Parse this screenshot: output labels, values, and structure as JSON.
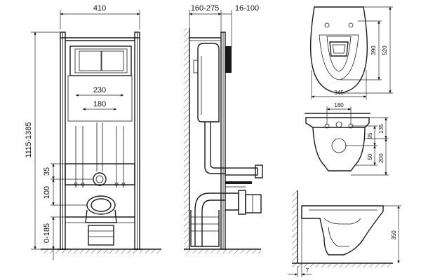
{
  "front": {
    "width": "410",
    "height": "1115-1385",
    "flush_plate": "230",
    "pipe_spacing": "180",
    "inlet_height": "35",
    "outlet_height": "100",
    "leg_range": "0-185"
  },
  "side": {
    "depth": "160-275",
    "panel_depth": "16-100"
  },
  "bowl_top": {
    "length": "520",
    "seat_length": "390",
    "width": "345"
  },
  "bowl_back": {
    "bolt_spacing": "180",
    "upper_height": "135",
    "offset": "95",
    "outlet_height": "50",
    "total_height": "200"
  },
  "bowl_side": {
    "height": "350",
    "gap": "7"
  }
}
